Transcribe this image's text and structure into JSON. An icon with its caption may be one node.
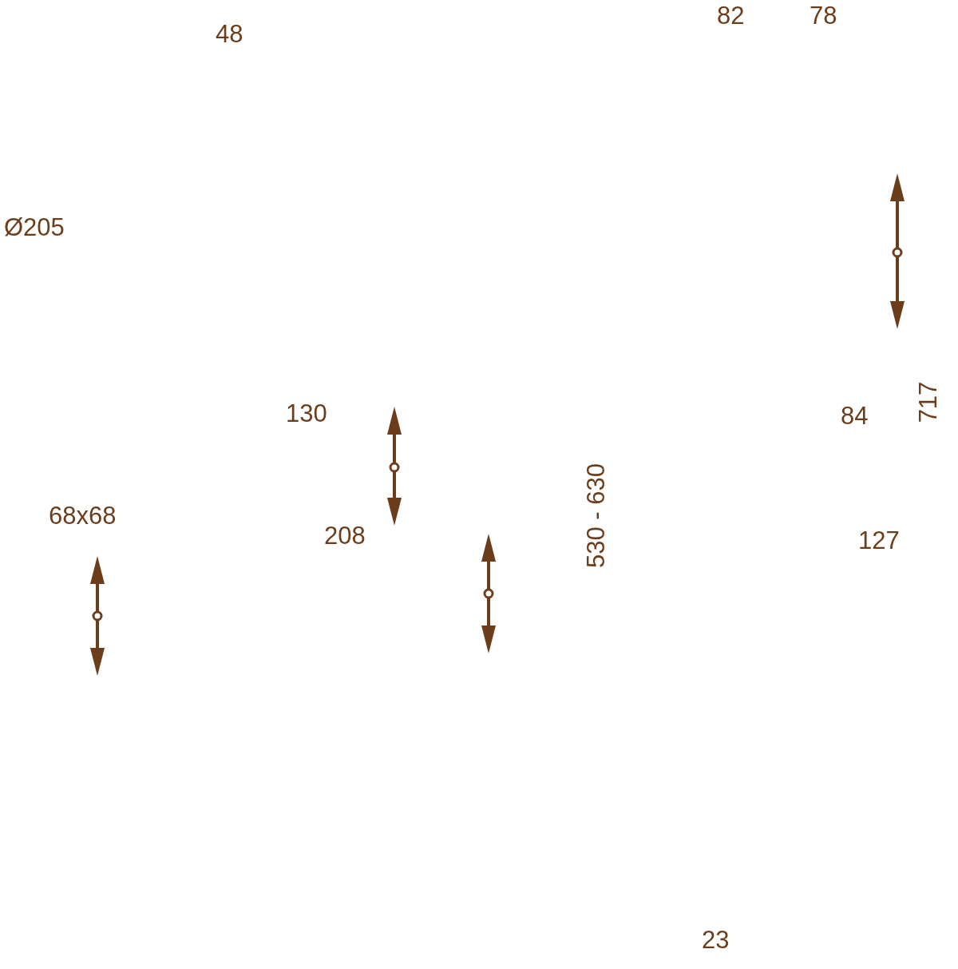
{
  "diagram": {
    "labels": [
      "82",
      "78",
      "48",
      "Ø205",
      "130",
      "84",
      "717",
      "68x68",
      "208",
      "530 - 630",
      "127",
      "23"
    ]
  }
}
